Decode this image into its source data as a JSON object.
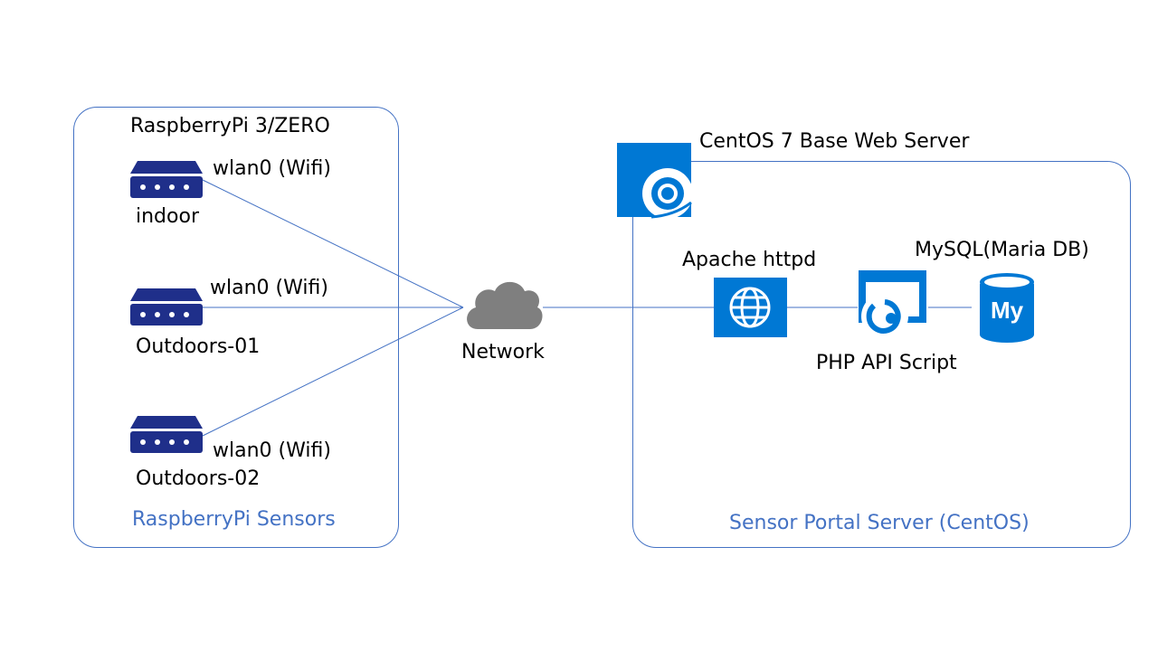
{
  "left_group": {
    "title": "RaspberryPi 3/ZERO",
    "caption": "RaspberryPi Sensors",
    "devices": [
      {
        "name": "indoor",
        "interface": "wlan0 (Wifi)",
        "icon": "router-icon"
      },
      {
        "name": "Outdoors-01",
        "interface": "wlan0 (Wifi)",
        "icon": "router-icon"
      },
      {
        "name": "Outdoors-02",
        "interface": "wlan0 (Wifi)",
        "icon": "router-icon"
      }
    ]
  },
  "network": {
    "label": "Network",
    "icon": "cloud-icon"
  },
  "right_group": {
    "title": "CentOS 7 Base Web Server",
    "caption": "Sensor Portal Server (CentOS)",
    "badge_icon": "server-disk-icon",
    "components": {
      "apache": {
        "label": "Apache httpd",
        "icon": "globe-icon"
      },
      "php": {
        "label": "PHP API Script",
        "icon": "api-app-icon"
      },
      "mysql": {
        "label": "MySQL(Maria DB)",
        "icon": "mysql-database-icon",
        "icon_text": "My"
      }
    }
  },
  "colors": {
    "device": "#1f2f8a",
    "group_border": "#4472c4",
    "connector": "#4472c4",
    "cloud": "#7f7f7f",
    "azure": "#0078d4"
  }
}
